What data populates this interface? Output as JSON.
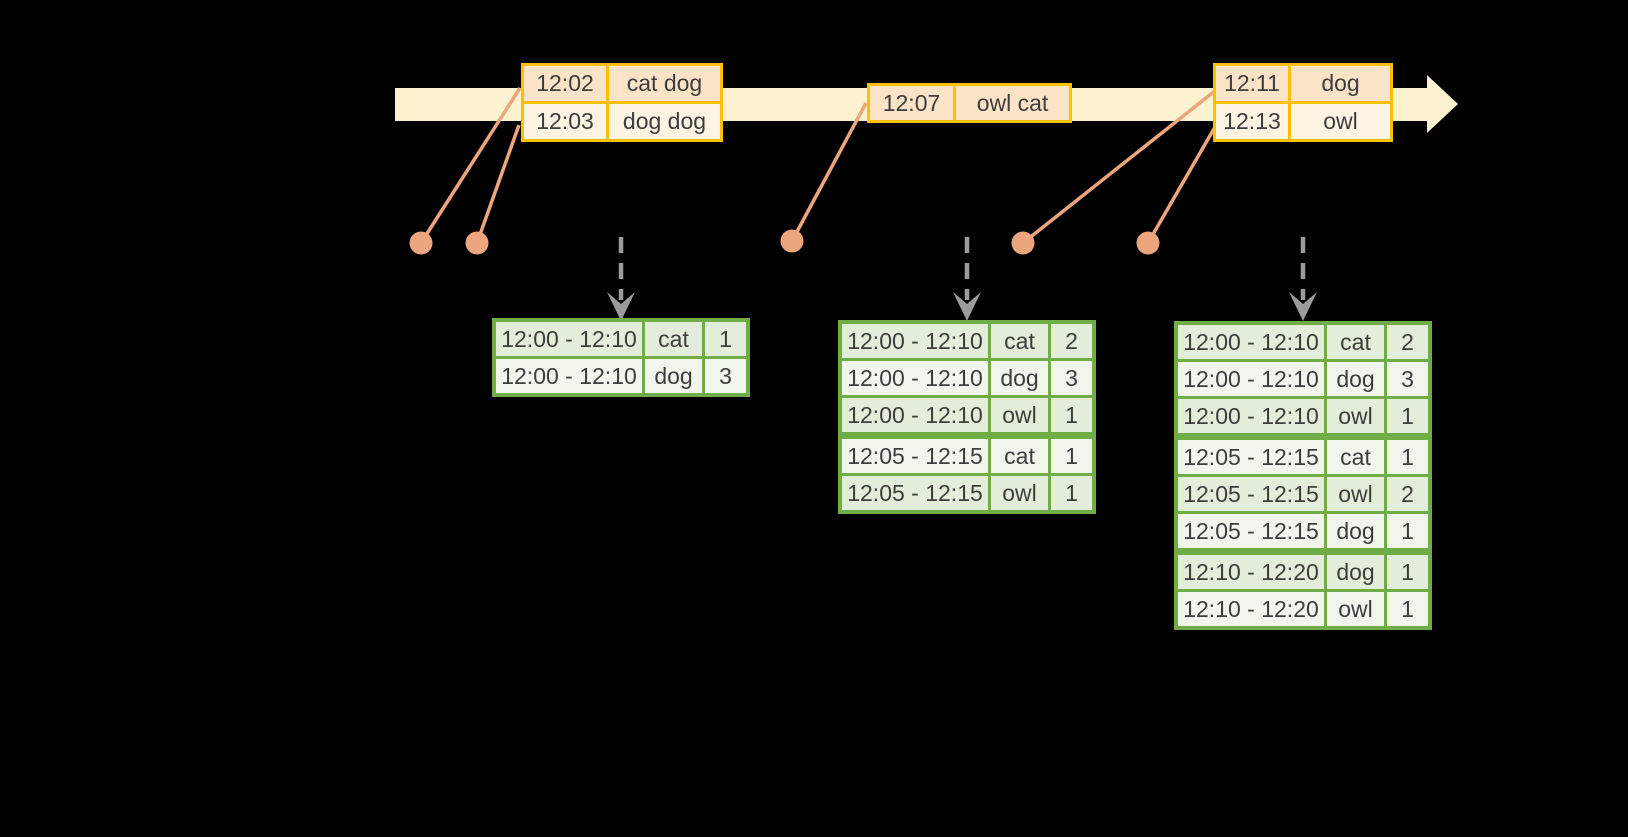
{
  "colors": {
    "background": "#000000",
    "timeline_band": "#fdf2cf",
    "event_table_border": "#fcc000",
    "event_row_peach": "#fbe3c7",
    "event_row_cream": "#fdf4e3",
    "connector_salmon": "#eda57d",
    "emit_arrow_gray": "#9b9b9b",
    "result_table_border": "#70ad47",
    "result_row_dark": "#e3eeda",
    "result_row_light": "#f1f6ed",
    "text": "#3d3d3d"
  },
  "event_tables": [
    {
      "rows": [
        {
          "time": "12:02",
          "words": "cat dog"
        },
        {
          "time": "12:03",
          "words": "dog dog"
        }
      ]
    },
    {
      "rows": [
        {
          "time": "12:07",
          "words": "owl cat"
        }
      ]
    },
    {
      "rows": [
        {
          "time": "12:11",
          "words": "dog"
        },
        {
          "time": "12:13",
          "words": "owl"
        }
      ]
    }
  ],
  "result_tables": [
    {
      "rows": [
        {
          "window": "12:00 - 12:10",
          "word": "cat",
          "count": "1"
        },
        {
          "window": "12:00 - 12:10",
          "word": "dog",
          "count": "3"
        }
      ]
    },
    {
      "rows": [
        {
          "window": "12:00 - 12:10",
          "word": "cat",
          "count": "2"
        },
        {
          "window": "12:00 - 12:10",
          "word": "dog",
          "count": "3"
        },
        {
          "window": "12:00 - 12:10",
          "word": "owl",
          "count": "1"
        },
        {
          "window": "12:05 - 12:15",
          "word": "cat",
          "count": "1"
        },
        {
          "window": "12:05 - 12:15",
          "word": "owl",
          "count": "1"
        }
      ]
    },
    {
      "rows": [
        {
          "window": "12:00 - 12:10",
          "word": "cat",
          "count": "2"
        },
        {
          "window": "12:00 - 12:10",
          "word": "dog",
          "count": "3"
        },
        {
          "window": "12:00 - 12:10",
          "word": "owl",
          "count": "1"
        },
        {
          "window": "12:05 - 12:15",
          "word": "cat",
          "count": "1"
        },
        {
          "window": "12:05 - 12:15",
          "word": "owl",
          "count": "2"
        },
        {
          "window": "12:05 - 12:15",
          "word": "dog",
          "count": "1"
        },
        {
          "window": "12:10 - 12:20",
          "word": "dog",
          "count": "1"
        },
        {
          "window": "12:10 - 12:20",
          "word": "owl",
          "count": "1"
        }
      ]
    }
  ]
}
